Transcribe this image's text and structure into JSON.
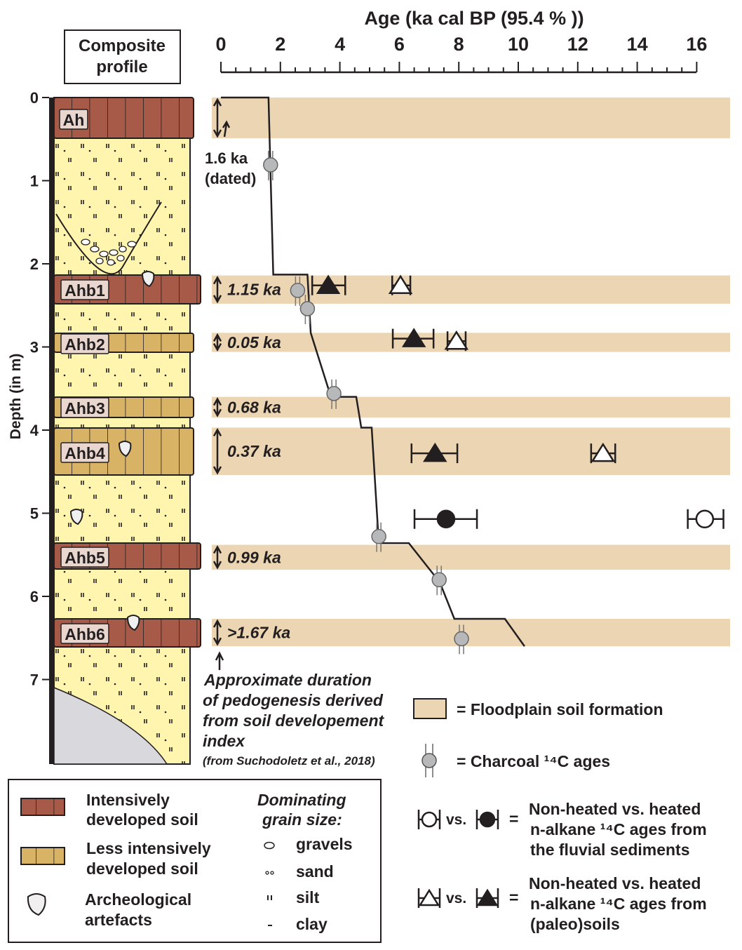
{
  "colors": {
    "soil_band": "#ecd5b2",
    "intensive": "#a65a47",
    "less_intensive": "#d8b366",
    "sediment": "#fff5ae",
    "bedrock": "#d9d9dd",
    "charcoal": "#b7b8ba"
  },
  "profile_title": [
    "Composite",
    "profile"
  ],
  "axis_title": "Age (ka cal BP (95.4 % ))",
  "y_axis_label": "Depth (in m)",
  "age_ticks": [
    "0",
    "2",
    "4",
    "6",
    "8",
    "10",
    "12",
    "14",
    "16"
  ],
  "depth_ticks": [
    "0",
    "1",
    "2",
    "3",
    "4",
    "5",
    "6",
    "7"
  ],
  "horizons": [
    "Ah",
    "Ahb1",
    "Ahb2",
    "Ahb3",
    "Ahb4",
    "Ahb5",
    "Ahb6"
  ],
  "dated_note": [
    "1.6 ka",
    "(dated)"
  ],
  "duration_note": [
    "Approximate duration",
    "of pedogenesis derived",
    "from soil developement",
    "index"
  ],
  "duration_source": "(from Suchodoletz et al., 2018)",
  "chart_data": {
    "type": "scatter",
    "xlabel": "Age (ka cal BP (95.4 % ))",
    "ylabel": "Depth (in m)",
    "xlim": [
      0,
      16
    ],
    "ylim": [
      0,
      7.9
    ],
    "soil_bands": [
      {
        "depth": [
          0,
          0.49
        ],
        "duration": ""
      },
      {
        "depth": [
          2.14,
          2.48
        ],
        "duration": "1.15 ka"
      },
      {
        "depth": [
          2.83,
          3.06
        ],
        "duration": "0.05 ka"
      },
      {
        "depth": [
          3.6,
          3.85
        ],
        "duration": "0.68 ka"
      },
      {
        "depth": [
          3.97,
          4.54
        ],
        "duration": "0.37 ka"
      },
      {
        "depth": [
          5.38,
          5.68
        ],
        "duration": "0.99 ka"
      },
      {
        "depth": [
          6.27,
          6.6
        ],
        "duration": ">1.67 ka"
      }
    ],
    "age_depth_model": [
      [
        0,
        0
      ],
      [
        1.6,
        0
      ],
      [
        1.76,
        2.13
      ],
      [
        2.91,
        2.13
      ],
      [
        3.02,
        2.83
      ],
      [
        3.7,
        3.6
      ],
      [
        4.55,
        3.6
      ],
      [
        4.72,
        3.97
      ],
      [
        5.07,
        3.97
      ],
      [
        5.31,
        5.36
      ],
      [
        6.32,
        5.36
      ],
      [
        7.36,
        5.83
      ],
      [
        7.85,
        6.27
      ],
      [
        9.55,
        6.27
      ],
      [
        10.21,
        6.6
      ]
    ],
    "charcoal_ages": [
      [
        1.67,
        0.81
      ],
      [
        2.58,
        2.32
      ],
      [
        2.91,
        2.54
      ],
      [
        3.8,
        3.56
      ],
      [
        5.31,
        5.28
      ],
      [
        7.34,
        5.8
      ],
      [
        8.09,
        6.51
      ]
    ],
    "alkane_soil_heated": [
      {
        "age": 3.61,
        "range": [
          3.07,
          4.18
        ],
        "depth": 2.26
      },
      {
        "age": 6.49,
        "range": [
          5.78,
          7.15
        ],
        "depth": 2.9
      },
      {
        "age": 7.2,
        "range": [
          6.41,
          7.95
        ],
        "depth": 4.28
      }
    ],
    "alkane_soil_nonheated": [
      {
        "age": 6.04,
        "range": [
          5.76,
          6.37
        ],
        "depth": 2.26
      },
      {
        "age": 7.92,
        "range": [
          7.62,
          8.23
        ],
        "depth": 2.93
      },
      {
        "age": 12.85,
        "range": [
          12.45,
          13.26
        ],
        "depth": 4.28
      }
    ],
    "alkane_fluvial_heated": [
      {
        "age": 7.57,
        "range": [
          6.51,
          8.61
        ],
        "depth": 5.07
      }
    ],
    "alkane_fluvial_nonheated": [
      {
        "age": 16.27,
        "range": [
          15.7,
          16.9
        ],
        "depth": 5.07
      }
    ]
  },
  "legend_right": {
    "floodplain": "= Floodplain soil formation",
    "charcoal": "= Charcoal ¹⁴C ages",
    "vs": "vs.",
    "eq": "=",
    "fluvial": [
      "Non-heated vs. heated",
      "n-alkane ¹⁴C ages from",
      "the fluvial sediments"
    ],
    "paleosol": [
      "Non-heated vs. heated",
      "n-alkane ¹⁴C ages from",
      "(paleo)soils"
    ]
  },
  "legend_box": {
    "intensive": [
      "Intensively",
      "developed soil"
    ],
    "less": [
      "Less intensively",
      "developed soil"
    ],
    "artefacts": [
      "Archeological",
      "artefacts"
    ],
    "grain_title": [
      "Dominating",
      "grain size:"
    ],
    "grains": [
      "gravels",
      "sand",
      "silt",
      "clay"
    ]
  }
}
